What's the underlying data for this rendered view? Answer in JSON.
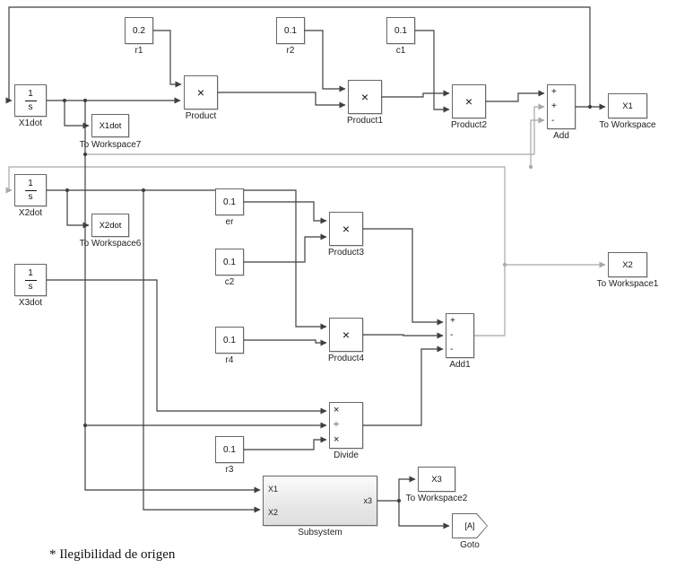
{
  "figure": {
    "footnote": "* Ilegibilidad de origen"
  },
  "blocks": {
    "x1dot_integrator": {
      "numerator": "1",
      "denominator": "s",
      "caption": "X1dot"
    },
    "x2dot_integrator": {
      "numerator": "1",
      "denominator": "s",
      "caption": "X2dot"
    },
    "x3dot_integrator": {
      "numerator": "1",
      "denominator": "s",
      "caption": "X3dot"
    },
    "r1": {
      "value": "0.2",
      "caption": "r1"
    },
    "r2": {
      "value": "0.1",
      "caption": "r2"
    },
    "c1": {
      "value": "0.1",
      "caption": "c1"
    },
    "er": {
      "value": "0.1",
      "caption": "er"
    },
    "c2": {
      "value": "0.1",
      "caption": "c2"
    },
    "r4": {
      "value": "0.1",
      "caption": "r4"
    },
    "r3": {
      "value": "0.1",
      "caption": "r3"
    },
    "product": {
      "operator": "×",
      "caption": "Product"
    },
    "product1": {
      "operator": "×",
      "caption": "Product1"
    },
    "product2": {
      "operator": "×",
      "caption": "Product2"
    },
    "product3": {
      "operator": "×",
      "caption": "Product3"
    },
    "product4": {
      "operator": "×",
      "caption": "Product4"
    },
    "divide": {
      "operators": [
        "×",
        "÷",
        "×"
      ],
      "caption": "Divide"
    },
    "add": {
      "signs": [
        "+",
        "+",
        "-"
      ],
      "caption": "Add"
    },
    "add1": {
      "signs": [
        "+",
        "-",
        "-"
      ],
      "caption": "Add1"
    },
    "tw7": {
      "variable": "X1dot",
      "caption": "To Workspace7"
    },
    "tw6": {
      "variable": "X2dot",
      "caption": "To Workspace6"
    },
    "tw": {
      "variable": "X1",
      "caption": "To Workspace"
    },
    "tw1": {
      "variable": "X2",
      "caption": "To Workspace1"
    },
    "tw2": {
      "variable": "X3",
      "caption": "To Workspace2"
    },
    "subsystem": {
      "in1": "X1",
      "in2": "X2",
      "out": "x3",
      "caption": "Subsystem"
    },
    "goto": {
      "tag": "[A]",
      "caption": "Goto"
    }
  },
  "colors": {
    "wire": "#3f3f3f",
    "wire_light": "#a8a8a8",
    "block_border": "#686868",
    "background": "#ffffff"
  }
}
